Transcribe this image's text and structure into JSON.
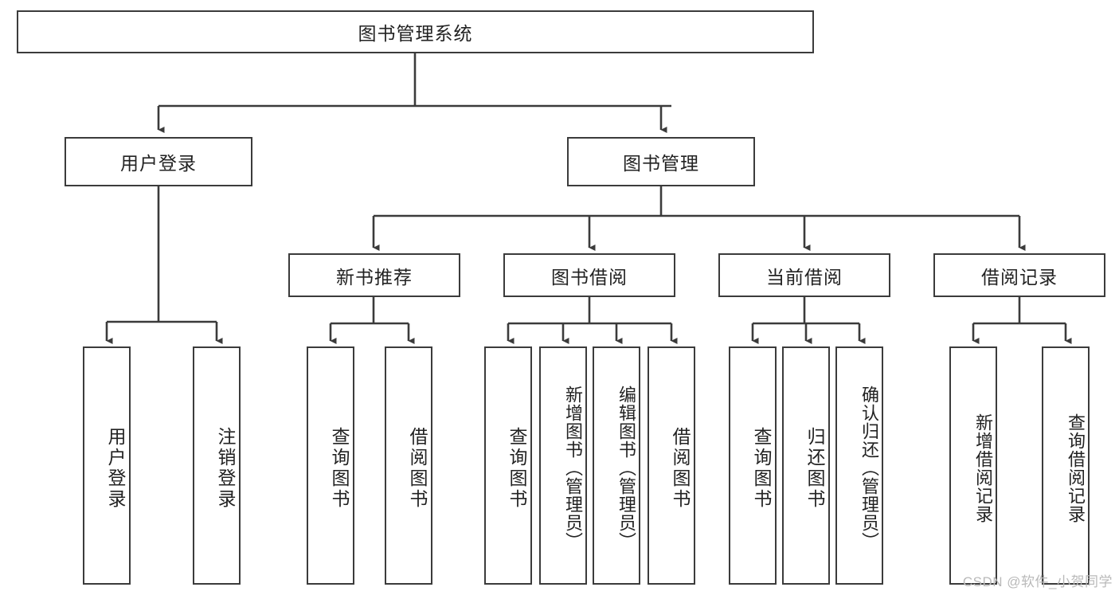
{
  "diagram": {
    "title": "图书管理系统",
    "type": "tree-hierarchy-chart",
    "style": {
      "box_border_color": "#3b3b3b",
      "box_fill_color": "#ffffff",
      "connector_color": "#3b3b3b",
      "text_color": "#222222",
      "background": "#ffffff"
    },
    "root": {
      "label": "图书管理系统"
    },
    "level2": [
      {
        "label": "用户登录"
      },
      {
        "label": "图书管理"
      }
    ],
    "level3": [
      {
        "label": "新书推荐"
      },
      {
        "label": "图书借阅"
      },
      {
        "label": "当前借阅"
      },
      {
        "label": "借阅记录"
      }
    ],
    "leaves": {
      "user_login": [
        {
          "label": "用户登录"
        },
        {
          "label": "注销登录"
        }
      ],
      "new_book_recommend": [
        {
          "label": "查询图书"
        },
        {
          "label": "借阅图书"
        }
      ],
      "book_borrow": [
        {
          "label": "查询图书"
        },
        {
          "label": "新增图书（管理员）"
        },
        {
          "label": "编辑图书（管理员）"
        },
        {
          "label": "借阅图书"
        }
      ],
      "current_borrow": [
        {
          "label": "查询图书"
        },
        {
          "label": "归还图书"
        },
        {
          "label": "确认归还（管理员）"
        }
      ],
      "borrow_record": [
        {
          "label": "新增借阅记录"
        },
        {
          "label": "查询借阅记录"
        }
      ]
    }
  },
  "watermark": {
    "text": "CSDN @软件_小贺同学"
  }
}
